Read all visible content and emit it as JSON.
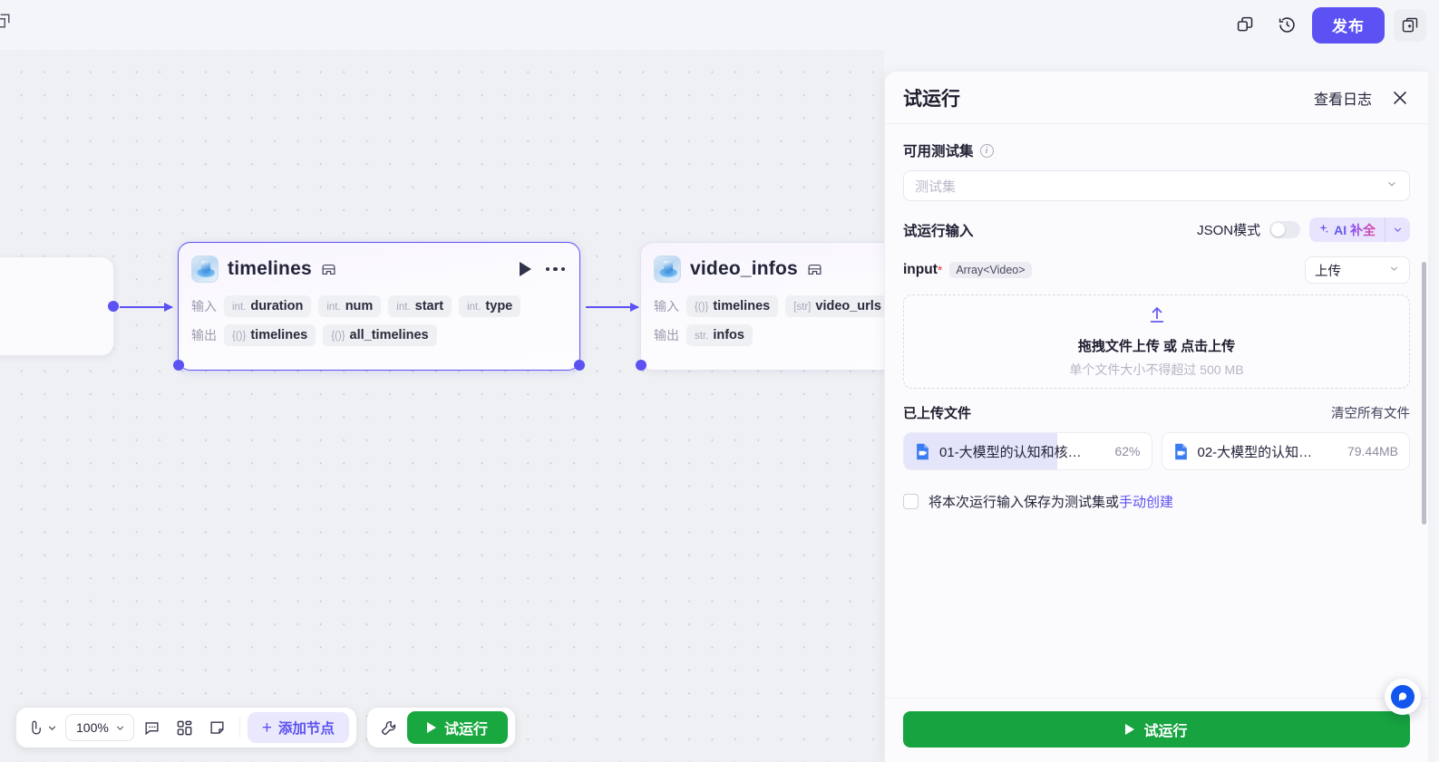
{
  "topbar": {
    "icons": [
      {
        "name": "duplicate-icon"
      },
      {
        "name": "history-icon"
      }
    ],
    "publish_label": "发布",
    "panel_toggle_icon": "add-panel-icon"
  },
  "canvas": {
    "nodes": [
      {
        "id": "partial-left",
        "title": "",
        "partial": true
      },
      {
        "id": "timelines",
        "title": "timelines",
        "selected": true,
        "inputs_label": "输入",
        "outputs_label": "输出",
        "inputs": [
          {
            "type": "int.",
            "name": "duration"
          },
          {
            "type": "int.",
            "name": "num"
          },
          {
            "type": "int.",
            "name": "start"
          },
          {
            "type": "int.",
            "name": "type"
          }
        ],
        "outputs": [
          {
            "type": "{()}",
            "name": "timelines"
          },
          {
            "type": "{()}",
            "name": "all_timelines"
          }
        ]
      },
      {
        "id": "video_infos",
        "title": "video_infos",
        "selected": false,
        "inputs_label": "输入",
        "outputs_label": "输出",
        "inputs": [
          {
            "type": "{()}",
            "name": "timelines"
          },
          {
            "type": "[str]",
            "name": "video_urls"
          }
        ],
        "outputs": [
          {
            "type": "str.",
            "name": "infos"
          }
        ]
      }
    ]
  },
  "toolbar": {
    "cursor_icon": "cursor-mode-icon",
    "zoom_value": "100%",
    "comment_icon": "comment-icon",
    "layout_icon": "layout-grid-icon",
    "note_icon": "sticky-note-icon",
    "add_node_label": "添加节点",
    "wrench_icon": "wrench-icon",
    "run_label": "试运行"
  },
  "panel": {
    "title": "试运行",
    "view_log_label": "查看日志",
    "close_icon": "close-icon",
    "testset": {
      "label": "可用测试集",
      "info_icon": "info-icon",
      "placeholder": "测试集",
      "chevron_icon": "chevron-down-icon"
    },
    "run_input": {
      "label": "试运行输入",
      "json_mode_label": "JSON模式",
      "json_mode_on": false,
      "ai_complete_label": "AI 补全",
      "ai_sparkle_icon": "sparkle-icon",
      "ai_chevron_icon": "chevron-down-icon"
    },
    "field": {
      "name": "input",
      "required_mark": "*",
      "type": "Array<Video>",
      "source_value": "上传",
      "source_chevron_icon": "chevron-down-icon"
    },
    "dropzone": {
      "upload_icon": "upload-icon",
      "title": "拖拽文件上传 或 点击上传",
      "subtitle": "单个文件大小不得超过 500 MB"
    },
    "files": {
      "title": "已上传文件",
      "clear_all_label": "清空所有文件",
      "items": [
        {
          "icon": "file-video-icon",
          "name": "01-大模型的认知和核…",
          "meta": "62%",
          "progress": 62,
          "uploading": true
        },
        {
          "icon": "file-video-icon",
          "name": "02-大模型的认知…",
          "meta": "79.44MB",
          "progress": 0,
          "uploading": false
        }
      ]
    },
    "save_row": {
      "checked": false,
      "text_before": "将本次运行输入保存为测试集或",
      "link_label": "手动创建"
    },
    "footer": {
      "run_label": "试运行"
    }
  },
  "fab": {
    "icon": "chat-bubble-icon"
  },
  "colors": {
    "accent_purple": "#5c51f2",
    "green": "#16a340",
    "canvas_bg": "#eef0f3",
    "panel_bg": "#fbfbfd"
  }
}
